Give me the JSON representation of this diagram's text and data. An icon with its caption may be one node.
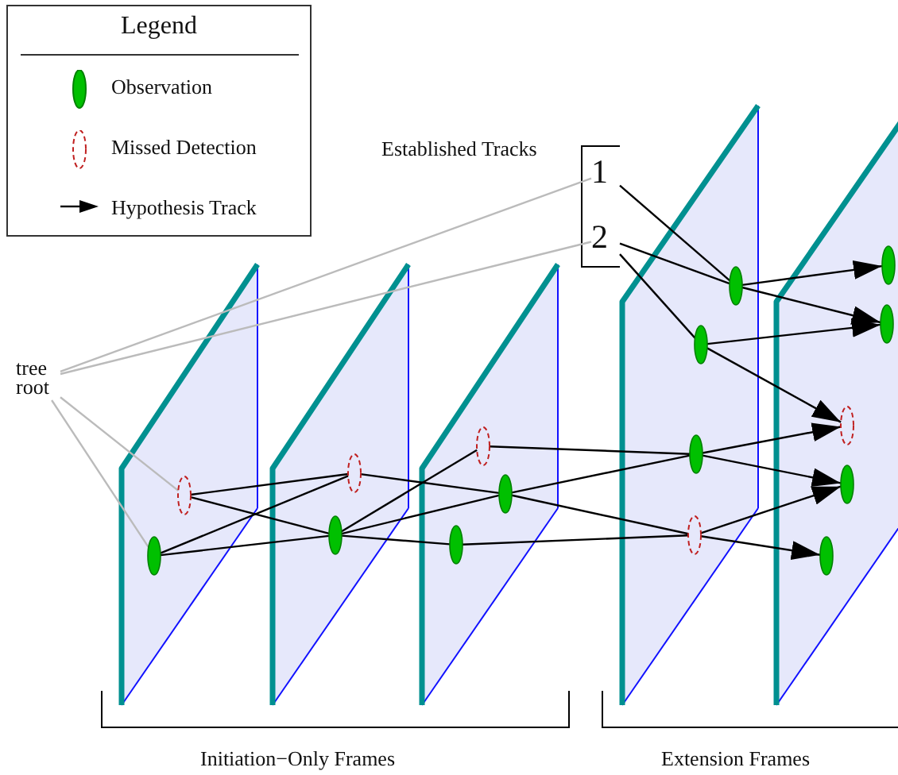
{
  "diagram": {
    "nodes": [
      {
        "text": [
          "tree root"
        ]
      },
      {
        "text": [
          "1"
        ]
      },
      {
        "text": [
          "2"
        ]
      },
      {
        "text": [],
        "shape": "parallelogram"
      },
      {
        "text": [],
        "shape": "parallelogram"
      },
      {
        "text": [],
        "shape": "parallelogram"
      },
      {
        "text": [],
        "shape": "parallelogram"
      },
      {
        "text": [],
        "shape": "parallelogram"
      },
      {
        "text": [],
        "shape": "dashed-ellipse",
        "in": 3
      },
      {
        "text": [],
        "shape": "ellipse",
        "in": 3
      },
      {
        "text": [],
        "shape": "dashed-ellipse",
        "in": 4
      },
      {
        "text": [],
        "shape": "ellipse",
        "in": 4
      },
      {
        "text": [],
        "shape": "dashed-ellipse",
        "in": 5
      },
      {
        "text": [],
        "shape": "ellipse",
        "in": 5
      },
      {
        "text": [],
        "shape": "ellipse",
        "in": 5
      },
      {
        "text": [],
        "shape": "ellipse",
        "in": 6
      },
      {
        "text": [],
        "shape": "ellipse",
        "in": 6
      },
      {
        "text": [],
        "shape": "ellipse",
        "in": 6
      },
      {
        "text": [],
        "shape": "dashed-ellipse",
        "in": 6
      },
      {
        "text": [],
        "shape": "ellipse",
        "in": 7
      },
      {
        "text": [],
        "shape": "ellipse",
        "in": 7
      },
      {
        "text": [],
        "shape": "dashed-ellipse",
        "in": 7
      },
      {
        "text": [],
        "shape": "ellipse",
        "in": 7
      },
      {
        "text": [],
        "shape": "ellipse",
        "in": 7
      }
    ],
    "edges": [
      {
        "from": 0,
        "to": 1,
        "arrow": "none",
        "color": "#bbbbbb"
      },
      {
        "from": 0,
        "to": 2,
        "arrow": "none",
        "color": "#bbbbbb"
      },
      {
        "from": 0,
        "to": 8,
        "arrow": "none",
        "color": "#bbbbbb"
      },
      {
        "from": 0,
        "to": 9,
        "arrow": "none",
        "color": "#bbbbbb"
      },
      {
        "from": 1,
        "to": 15,
        "arrow": "none"
      },
      {
        "from": 2,
        "to": 15,
        "arrow": "none"
      },
      {
        "from": 2,
        "to": 16,
        "arrow": "none"
      },
      {
        "from": 8,
        "to": 10,
        "arrow": "none"
      },
      {
        "from": 8,
        "to": 11,
        "arrow": "none"
      },
      {
        "from": 9,
        "to": 10,
        "arrow": "none"
      },
      {
        "from": 9,
        "to": 11,
        "arrow": "none"
      },
      {
        "from": 10,
        "to": 13,
        "arrow": "none"
      },
      {
        "from": 11,
        "to": 12,
        "arrow": "none"
      },
      {
        "from": 11,
        "to": 13,
        "arrow": "none"
      },
      {
        "from": 11,
        "to": 14,
        "arrow": "none"
      },
      {
        "from": 12,
        "to": 17,
        "arrow": "none"
      },
      {
        "from": 13,
        "to": 17,
        "arrow": "none"
      },
      {
        "from": 13,
        "to": 18,
        "arrow": "none"
      },
      {
        "from": 14,
        "to": 18,
        "arrow": "none"
      },
      {
        "from": 15,
        "to": 19,
        "arrow": "to"
      },
      {
        "from": 15,
        "to": 20,
        "arrow": "to"
      },
      {
        "from": 16,
        "to": 20,
        "arrow": "to"
      },
      {
        "from": 16,
        "to": 21,
        "arrow": "to"
      },
      {
        "from": 17,
        "to": 21,
        "arrow": "to"
      },
      {
        "from": 17,
        "to": 22,
        "arrow": "to"
      },
      {
        "from": 18,
        "to": 22,
        "arrow": "to"
      },
      {
        "from": 18,
        "to": 23,
        "arrow": "to"
      }
    ],
    "labels": [
      "Legend",
      "Established Tracks",
      "Initiation−Only Frames",
      "Extension Frames"
    ],
    "legend": [
      {
        "text": "Observation"
      },
      {
        "text": "Missed Detection"
      },
      {
        "text": "Hypothesis Track"
      }
    ]
  }
}
